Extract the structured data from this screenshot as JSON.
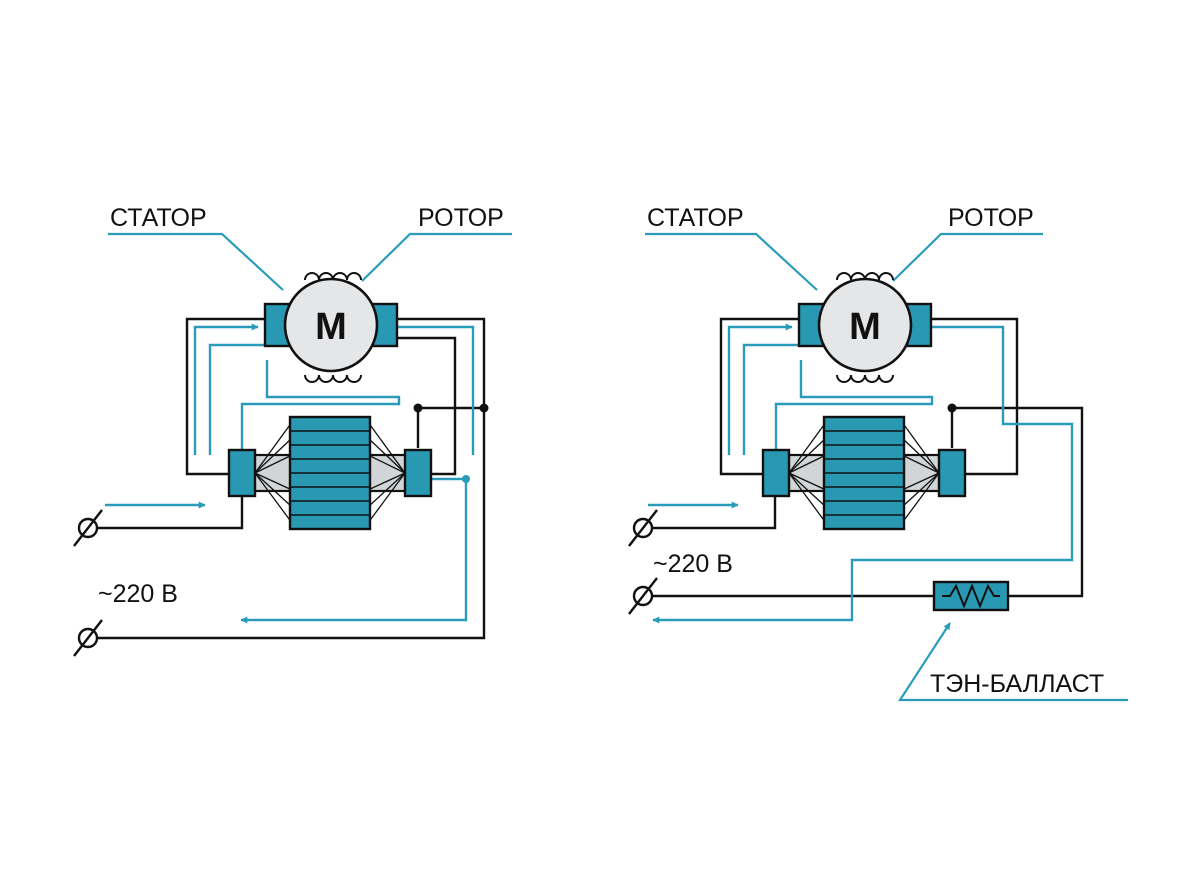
{
  "colors": {
    "accent": "#2898b3",
    "current": "#2a9cba",
    "wire": "#111111",
    "motor_fill": "#e4e6e8"
  },
  "left": {
    "stator_label": "СТАТОР",
    "rotor_label": "РОТОР",
    "motor_letter": "M",
    "voltage_label": "~220 В"
  },
  "right": {
    "stator_label": "СТАТОР",
    "rotor_label": "РОТОР",
    "motor_letter": "M",
    "voltage_label": "~220 В",
    "ballast_label": "ТЭН-БАЛЛАСТ"
  }
}
